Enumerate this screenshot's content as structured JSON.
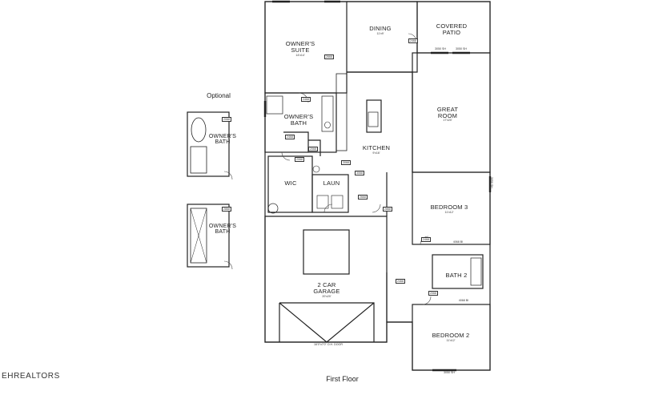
{
  "rooms": {
    "owners_suite": {
      "name": "OWNER'S\nSUITE",
      "dim": "14'x14'"
    },
    "dining": {
      "name": "DINING",
      "dim": "11'x9'"
    },
    "covered_patio": {
      "name": "COVERED\nPATIO"
    },
    "great_room": {
      "name": "GREAT\nROOM",
      "dim": "17'x20'"
    },
    "owners_bath": {
      "name": "OWNER'S\nBATH"
    },
    "kitchen": {
      "name": "KITCHEN",
      "dim": "9'x16'"
    },
    "wic": {
      "name": "WIC"
    },
    "laun": {
      "name": "LAUN"
    },
    "bedroom3": {
      "name": "BEDROOM 3",
      "dim": "11'x12'"
    },
    "bath2": {
      "name": "BATH 2"
    },
    "garage": {
      "name": "2 CAR\nGARAGE",
      "dim": "20'x20'"
    },
    "bedroom2": {
      "name": "BEDROOM 2",
      "dim": "11'x12'"
    }
  },
  "optional": {
    "title": "Optional",
    "bath_a": "OWNER'S\nBATH",
    "bath_b": "OWNER'S\nBATH"
  },
  "tags": [
    "2468",
    "2668",
    "3068",
    "2068",
    "2468",
    "2068",
    "3068",
    "2668",
    "2868",
    "2468",
    "2068",
    "2468",
    "2468",
    "2068",
    "2868"
  ],
  "annotations": {
    "garage_door": "16'0\"x7'0\" O.H. DOOR",
    "patio_window_1": "3050 SH",
    "patio_window_2": "3050 SH",
    "bed3_closet": "4068 BI",
    "bed2_closet": "4068 BI",
    "bed2_window": "3050 SH",
    "great_window": "3050 SH"
  },
  "footer": {
    "caption": "First Floor",
    "logo": "EHREALTORS"
  }
}
